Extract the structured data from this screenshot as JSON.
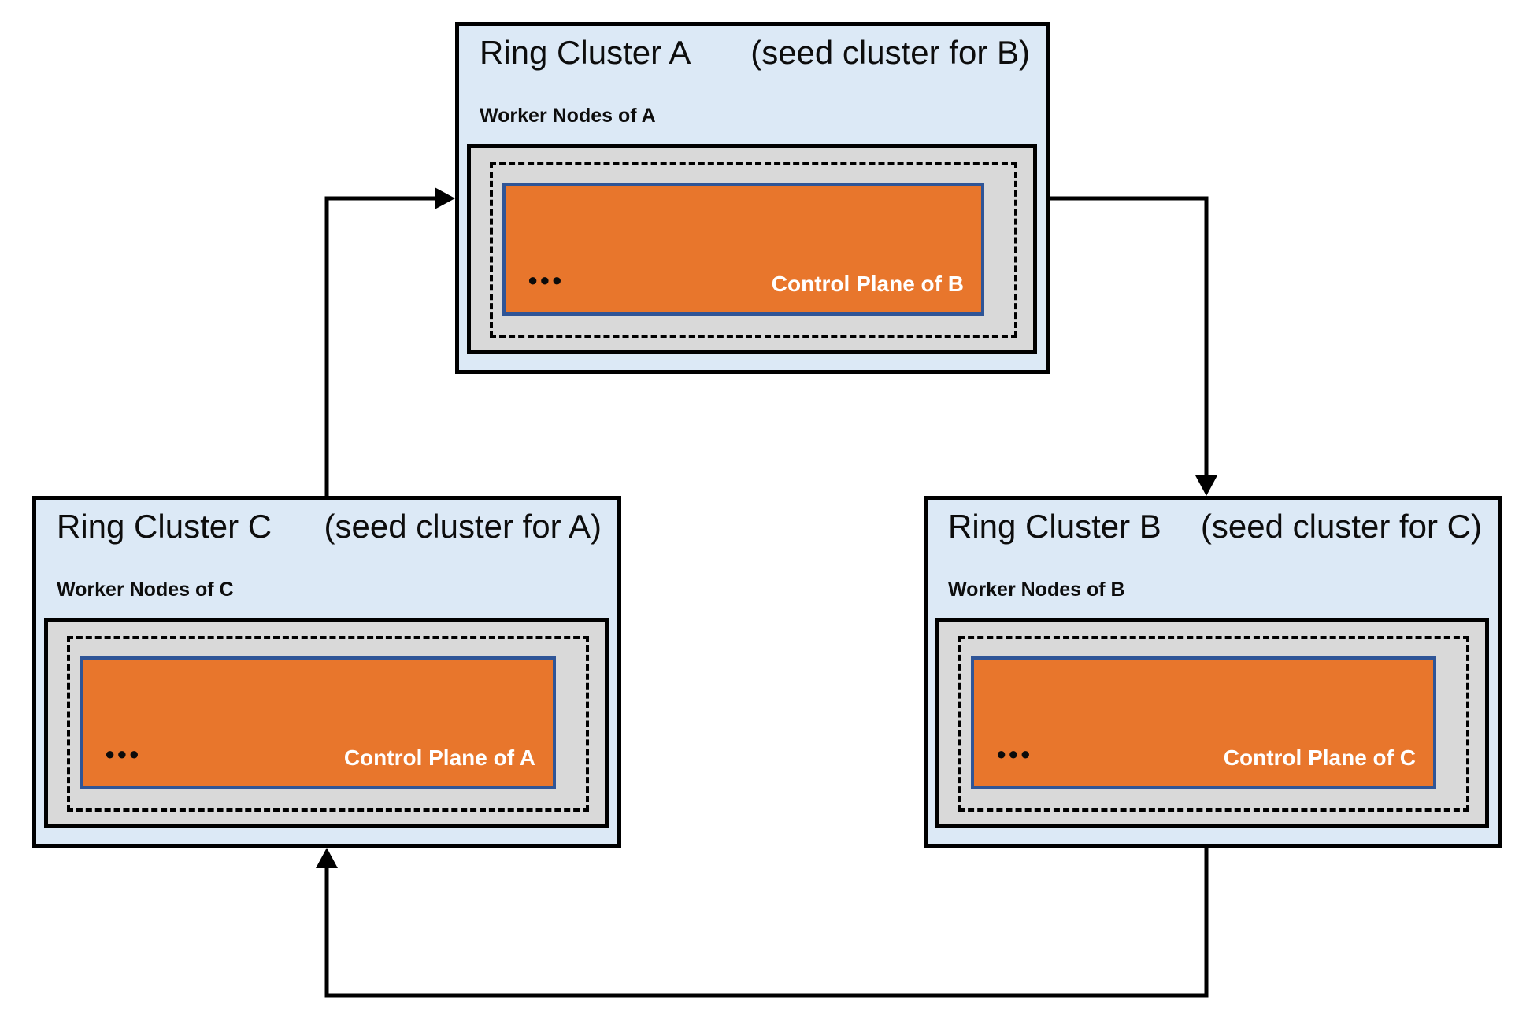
{
  "diagram": {
    "background_color": "#ffffff",
    "colors": {
      "cluster_fill": "#dce9f6",
      "cluster_border": "#000000",
      "worker_box_fill": "#d9d9d9",
      "control_plane_fill": "#e8762c",
      "control_plane_border": "#2f5597",
      "arrow_color": "#000000",
      "control_label_color": "#ffffff"
    },
    "clusters": [
      {
        "id": "A",
        "title": "Ring Cluster A",
        "seed_note": "(seed cluster for B)",
        "worker_label": "Worker Nodes of A",
        "control_label": "Control Plane of B",
        "dots": "●●●"
      },
      {
        "id": "C",
        "title": "Ring Cluster C",
        "seed_note": "(seed cluster for A)",
        "worker_label": "Worker Nodes of C",
        "control_label": "Control Plane of A",
        "dots": "●●●"
      },
      {
        "id": "B",
        "title": "Ring Cluster B",
        "seed_note": "(seed cluster for C)",
        "worker_label": "Worker Nodes of B",
        "control_label": "Control Plane of C",
        "dots": "●●●"
      }
    ],
    "arrows": [
      {
        "from": "Ring Cluster C",
        "to": "Ring Cluster A"
      },
      {
        "from": "Ring Cluster A",
        "to": "Ring Cluster B"
      },
      {
        "from": "Ring Cluster B",
        "to": "Ring Cluster C"
      }
    ]
  }
}
